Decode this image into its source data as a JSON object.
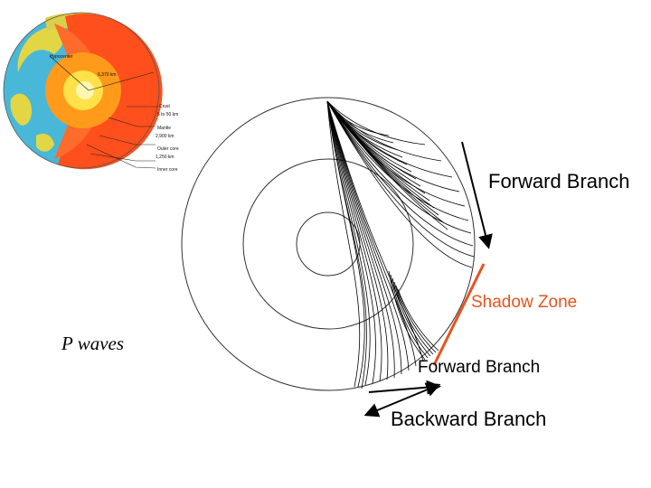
{
  "labels": {
    "forward_branch_upper": "Forward Branch",
    "shadow_zone": "Shadow Zone",
    "p_waves": "P waves",
    "forward_branch_lower": "Forward Branch",
    "backward_branch": "Backward Branch"
  },
  "earth_inset": {
    "hypocenter": "Hypocenter",
    "radius": "6,370 km",
    "crust": "Crust",
    "crust_thickness": "5 to 50 km",
    "mantle": "Mantle",
    "mantle_thickness": "2,900 km",
    "outer_core": "Outer core",
    "outer_core_thickness": "1,250 km",
    "inner_core": "Inner core"
  },
  "colors": {
    "shadow_zone": "#e8531f",
    "arrow": "#000000",
    "ray": "#000000"
  }
}
